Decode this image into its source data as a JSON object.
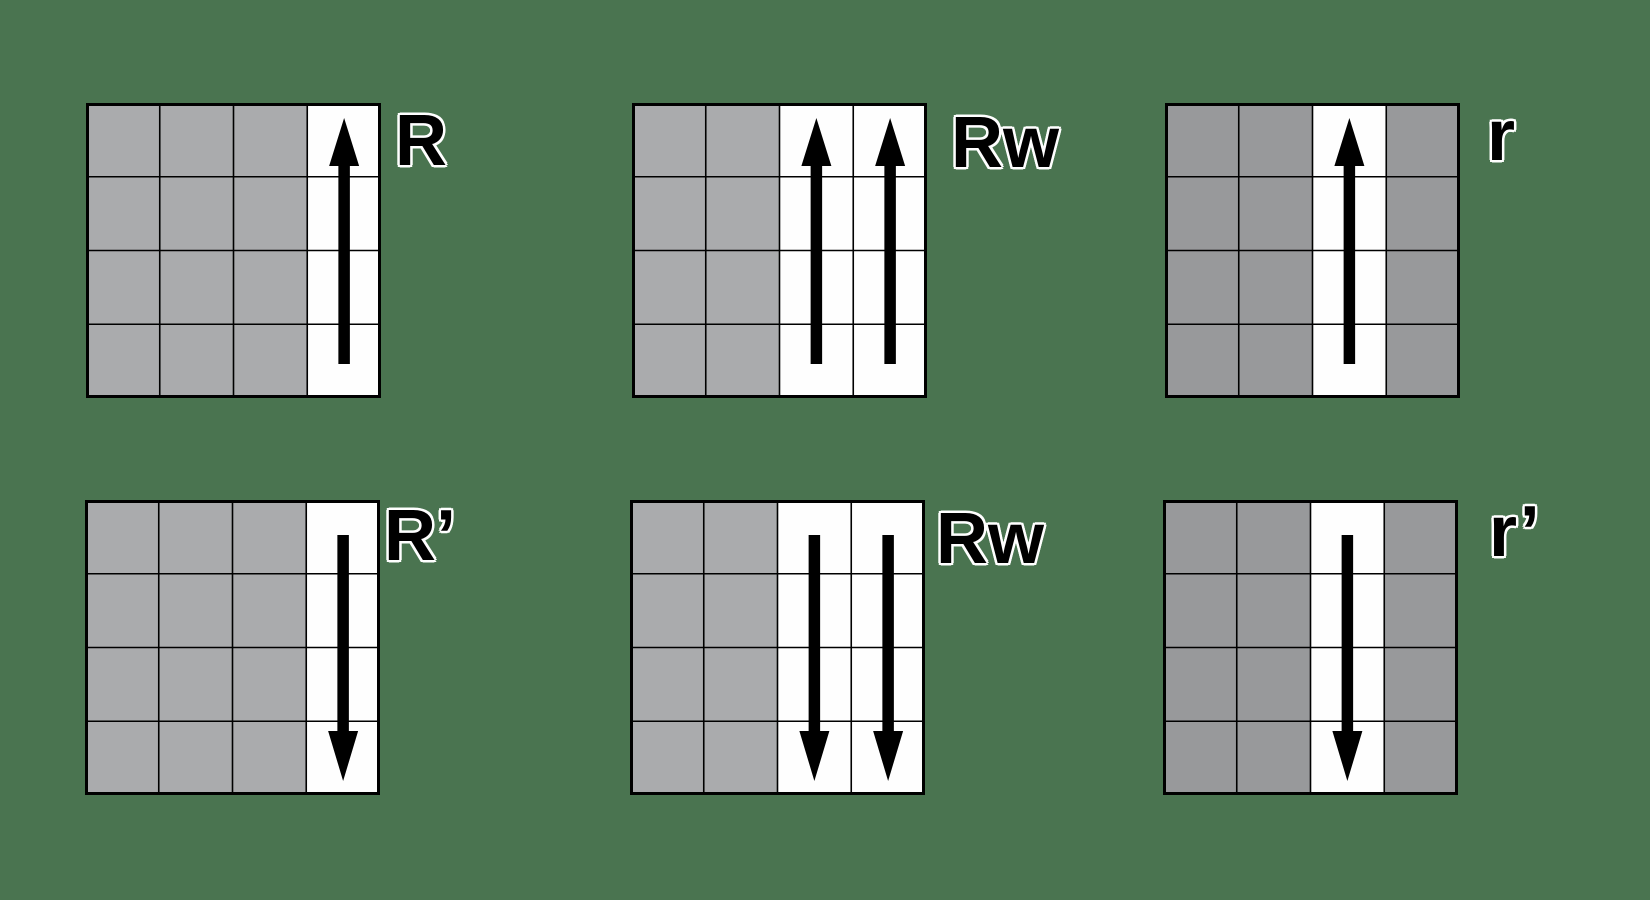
{
  "background_color": "#4a7450",
  "colors": {
    "grid_line": "#000000",
    "cell_white": "#fefefe",
    "cell_gray_standard": "#aaabad",
    "cell_gray_dark": "#98999b",
    "arrow": "#000000",
    "label_text": "#000000",
    "label_outline": "#ffffff"
  },
  "diagrams": [
    {
      "name": "R",
      "label": "R",
      "rows": 4,
      "cols": 4,
      "highlighted_columns": [
        3
      ],
      "arrow_direction": "up",
      "gray": "standard"
    },
    {
      "name": "Rw",
      "label": "Rw",
      "rows": 4,
      "cols": 4,
      "highlighted_columns": [
        2,
        3
      ],
      "arrow_direction": "up",
      "gray": "standard"
    },
    {
      "name": "r",
      "label": "r",
      "rows": 4,
      "cols": 4,
      "highlighted_columns": [
        2
      ],
      "arrow_direction": "up",
      "gray": "dark"
    },
    {
      "name": "R-prime",
      "label": "R’",
      "rows": 4,
      "cols": 4,
      "highlighted_columns": [
        3
      ],
      "arrow_direction": "down",
      "gray": "standard"
    },
    {
      "name": "Rw-prime",
      "label": "Rw",
      "rows": 4,
      "cols": 4,
      "highlighted_columns": [
        2,
        3
      ],
      "arrow_direction": "down",
      "gray": "standard"
    },
    {
      "name": "r-prime",
      "label": "r’",
      "rows": 4,
      "cols": 4,
      "highlighted_columns": [
        2
      ],
      "arrow_direction": "down",
      "gray": "dark"
    }
  ]
}
